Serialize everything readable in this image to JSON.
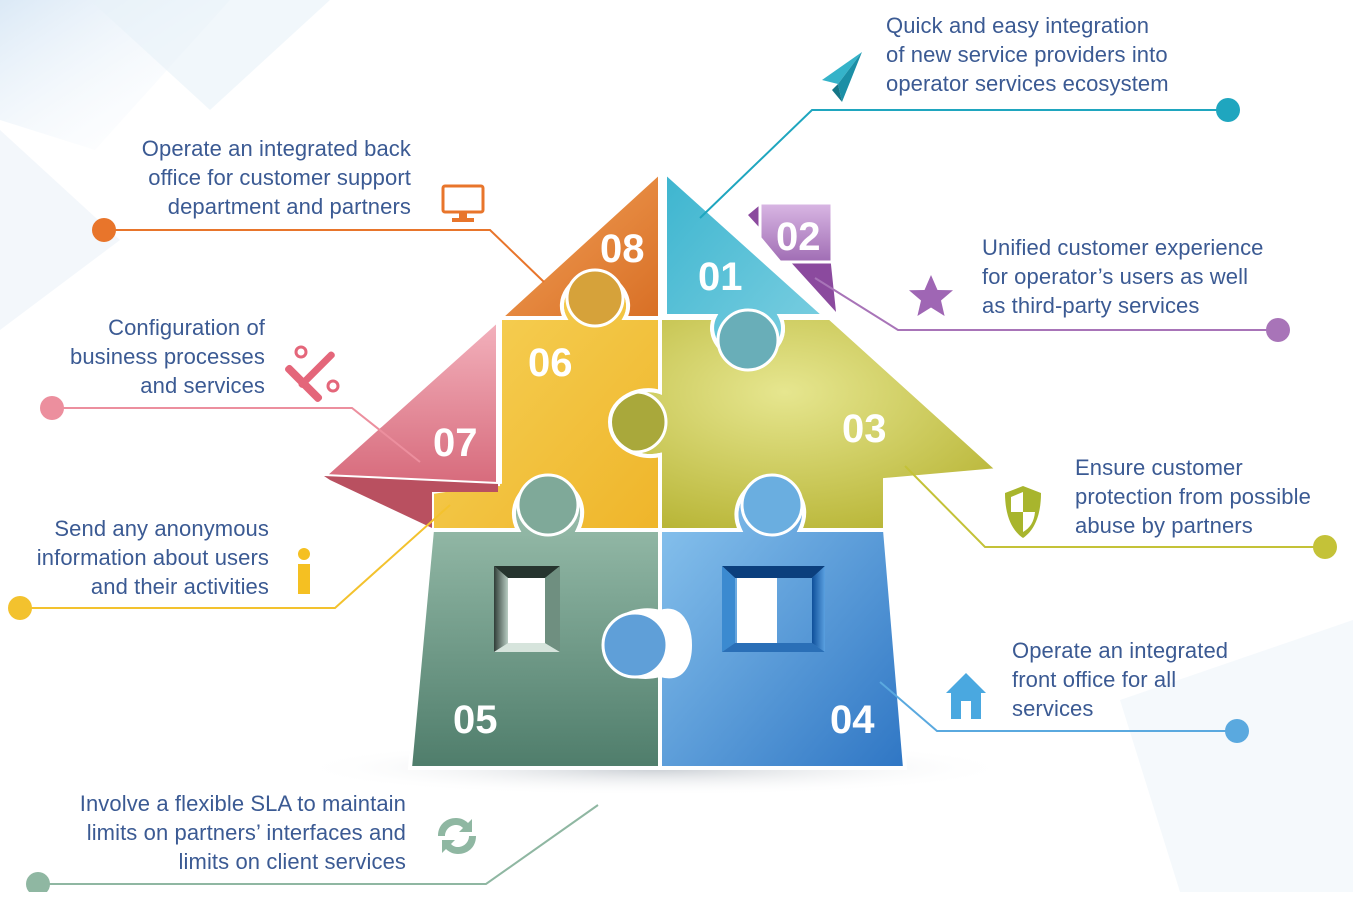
{
  "colors": {
    "c01": "#1fa6bf",
    "c02": "#a874b8",
    "c03": "#c4c238",
    "c04": "#5aa9df",
    "c05": "#8fb7a2",
    "c06": "#f3c22e",
    "c07": "#ec8f9e",
    "c08": "#e8752b",
    "text": "#3b5a93"
  },
  "pieces": [
    {
      "num": "01",
      "color": "#1fa6bf"
    },
    {
      "num": "02",
      "color": "#a874b8"
    },
    {
      "num": "03",
      "color": "#c4c238"
    },
    {
      "num": "04",
      "color": "#5aa9df"
    },
    {
      "num": "05",
      "color": "#8fb7a2"
    },
    {
      "num": "06",
      "color": "#f3c22e"
    },
    {
      "num": "07",
      "color": "#ec8f9e"
    },
    {
      "num": "08",
      "color": "#e8752b"
    }
  ],
  "labels": {
    "p01": {
      "lines": [
        "Quick and easy integration",
        "of new service providers into",
        "operator services ecosystem"
      ],
      "icon": "paper-plane-icon"
    },
    "p02": {
      "lines": [
        "Unified customer experience",
        "for operator’s users as well",
        "as third-party services"
      ],
      "icon": "star-icon"
    },
    "p03": {
      "lines": [
        "Ensure customer",
        "protection from possible",
        "abuse by partners"
      ],
      "icon": "shield-icon"
    },
    "p04": {
      "lines": [
        "Operate an integrated",
        "front office for all",
        "services"
      ],
      "icon": "home-icon"
    },
    "p05": {
      "lines": [
        "Involve a flexible SLA to maintain",
        "limits on partners’ interfaces and",
        "limits on client services"
      ],
      "icon": "refresh-icon"
    },
    "p06": {
      "lines": [
        "Send any anonymous",
        "information about users",
        "and their activities"
      ],
      "icon": "info-icon"
    },
    "p07": {
      "lines": [
        "Configuration of",
        "business processes",
        "and services"
      ],
      "icon": "tools-icon"
    },
    "p08": {
      "lines": [
        "Operate an integrated back",
        "office for customer support",
        "department and partners"
      ],
      "icon": "monitor-icon"
    }
  }
}
